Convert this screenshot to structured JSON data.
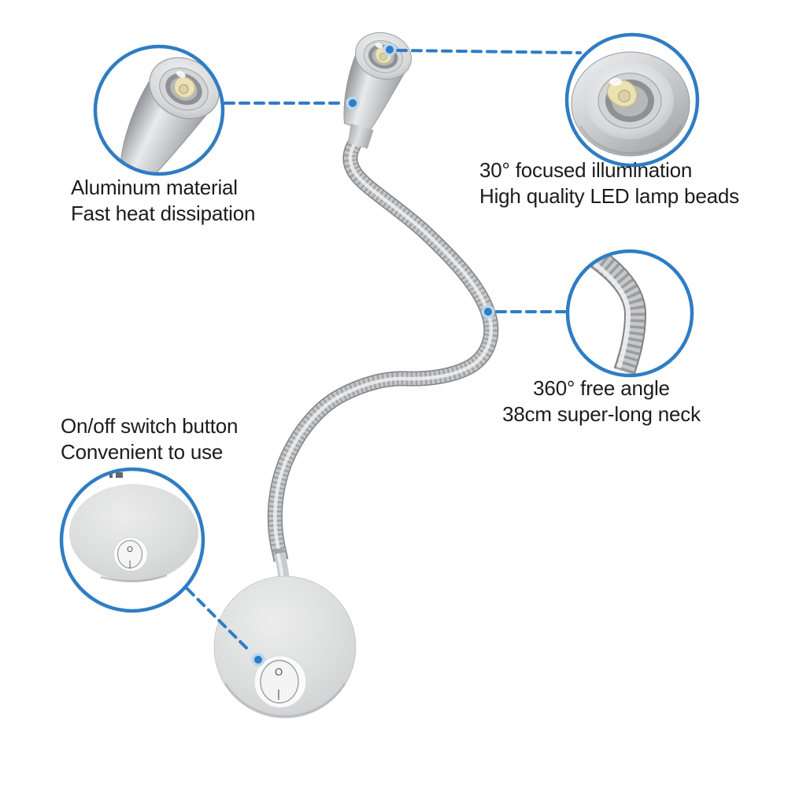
{
  "callouts": {
    "material": {
      "line1": "Aluminum material",
      "line2": "Fast heat dissipation"
    },
    "illumination": {
      "line1": "30° focused illumination",
      "line2": "High quality LED lamp beads"
    },
    "angle": {
      "line1": "360° free angle",
      "line2": "38cm super-long neck"
    },
    "switch": {
      "line1": "On/off switch button",
      "line2": "Convenient to use"
    }
  },
  "switch_markings": {
    "off": "O",
    "on": "|"
  },
  "colors": {
    "accent_blue": "#2f7dc3",
    "text_color": "#1c1c1c",
    "metal_silver": "#c6c8ca",
    "led_chip_yellow": "#ebe2b8",
    "base_gray": "#dcdddd",
    "background": "#ffffff"
  }
}
